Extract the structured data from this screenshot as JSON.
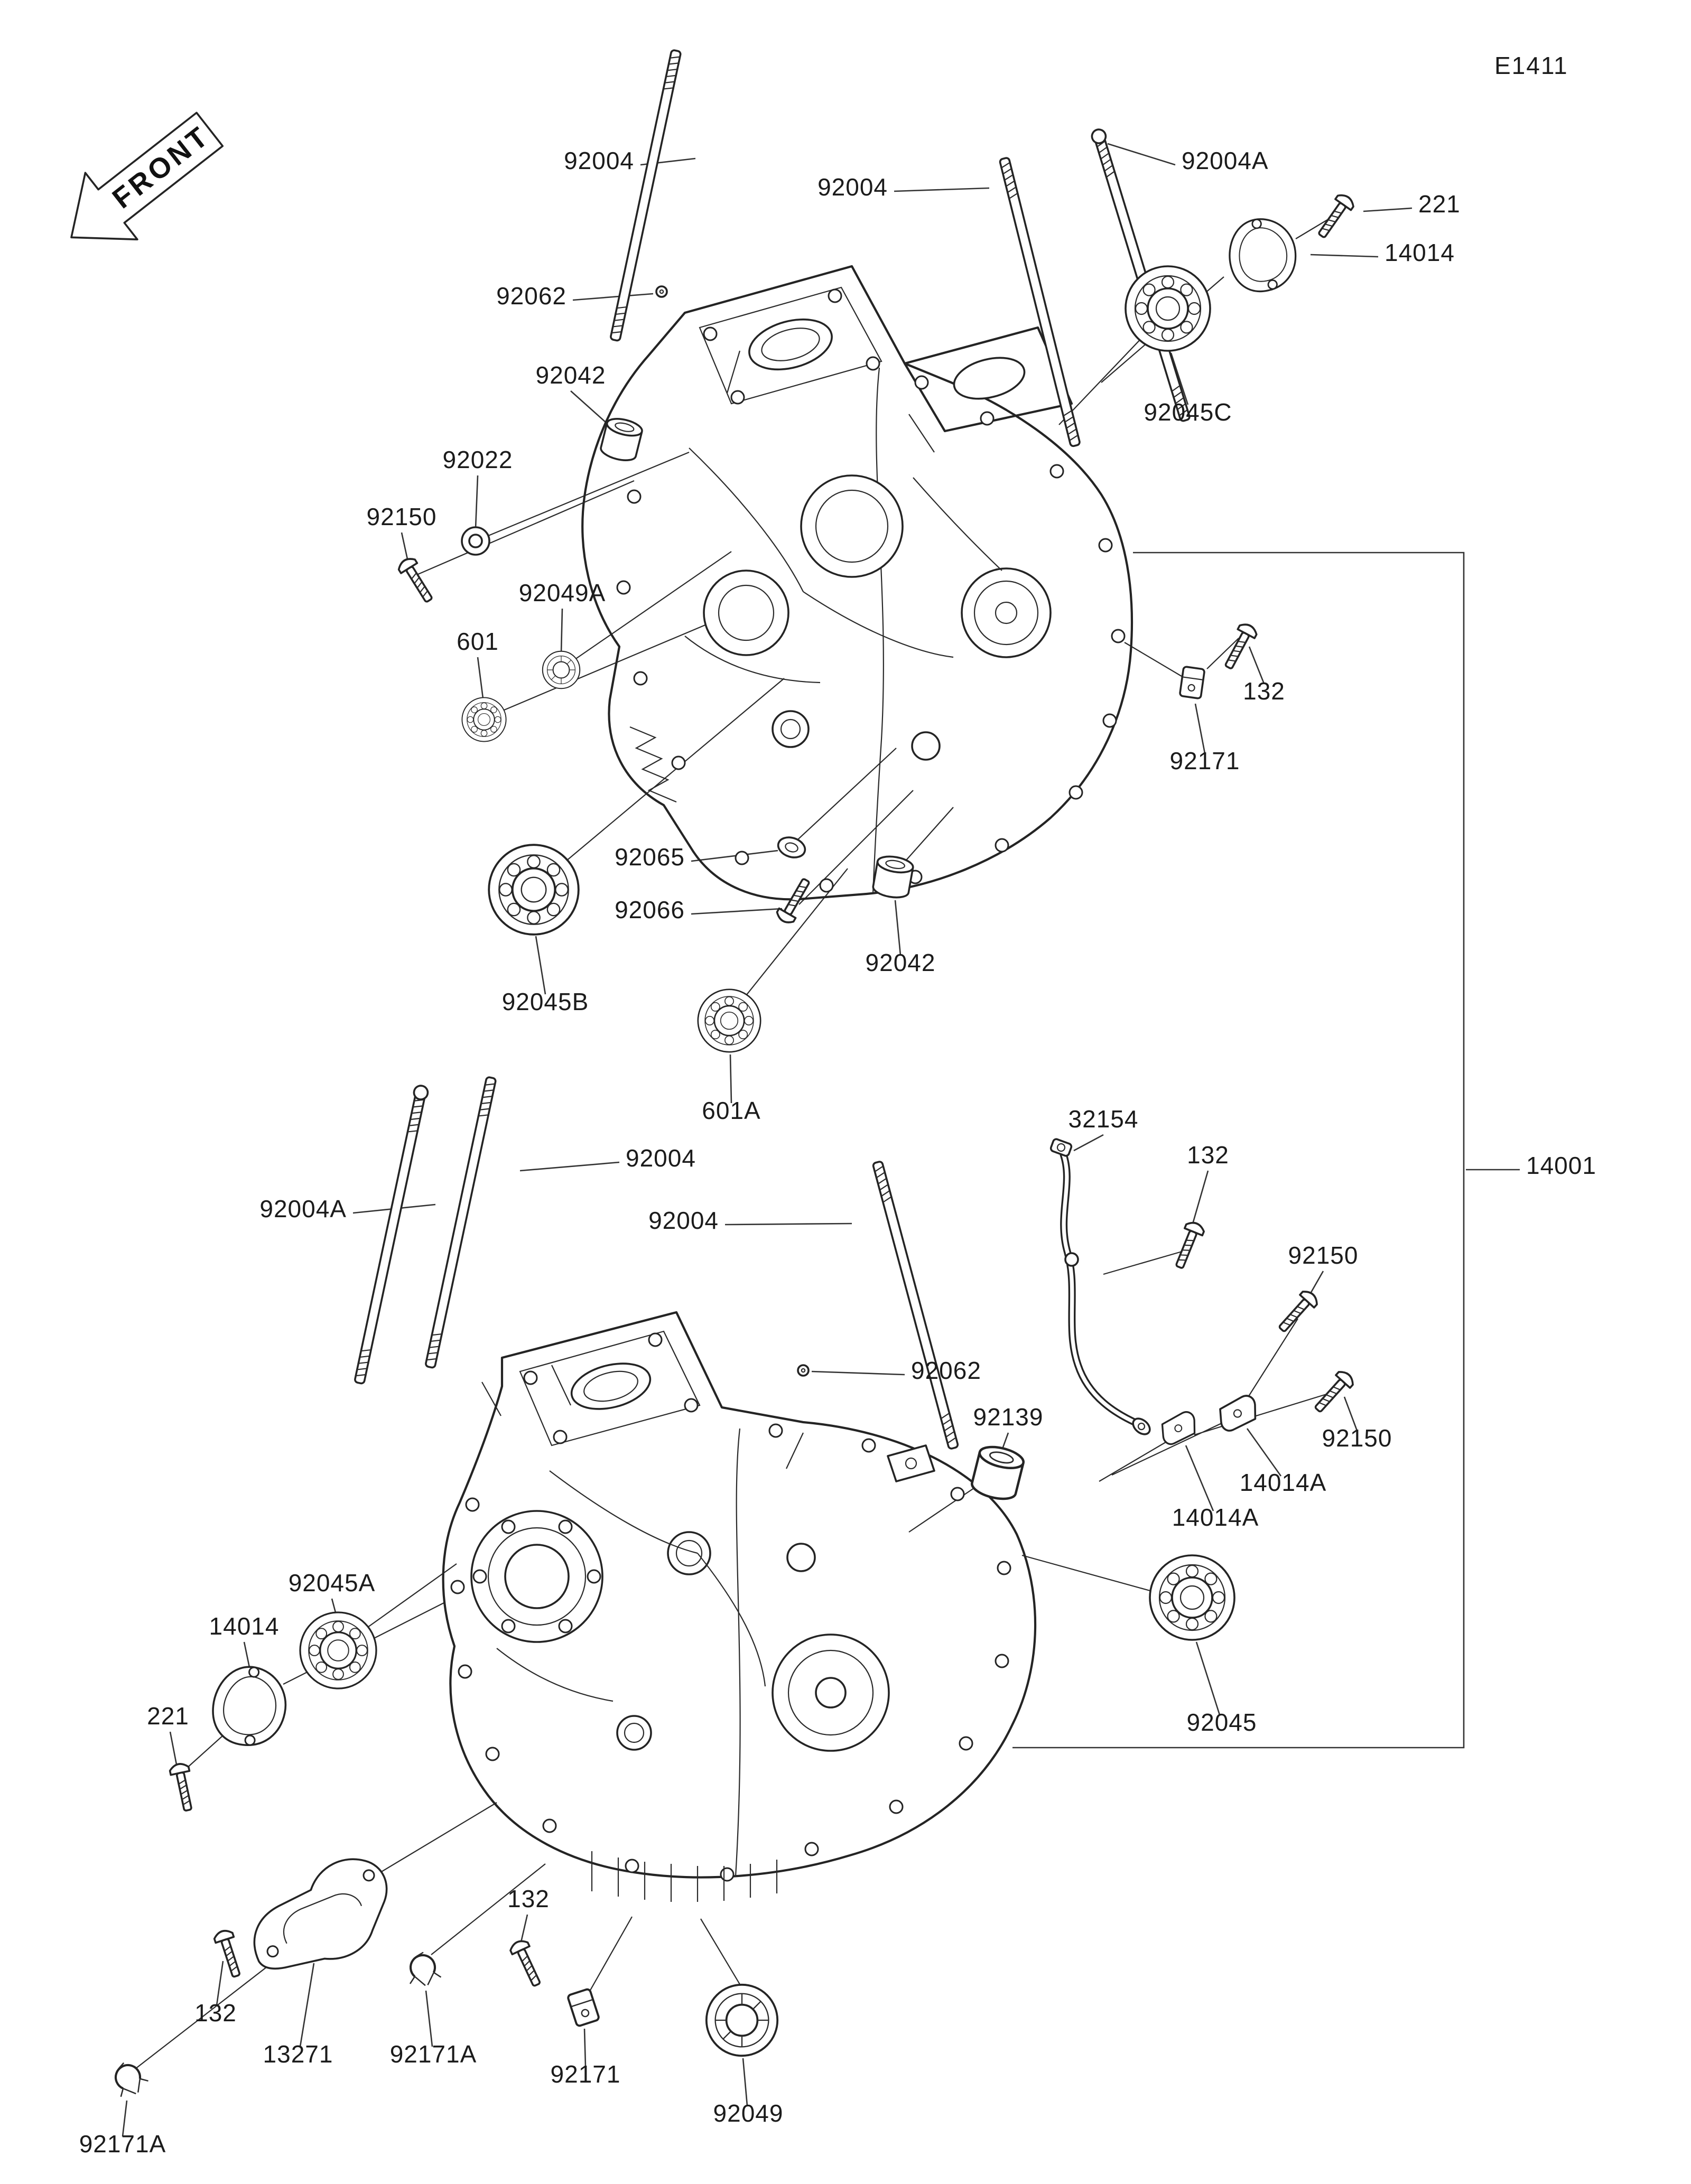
{
  "page": {
    "code": "E1411",
    "front_label": "FRONT"
  },
  "colors": {
    "ink": "#242424",
    "background": "#ffffff"
  },
  "callouts": [
    {
      "label": "92004"
    },
    {
      "label": "92004"
    },
    {
      "label": "92004A"
    },
    {
      "label": "221"
    },
    {
      "label": "14014"
    },
    {
      "label": "92062"
    },
    {
      "label": "92042"
    },
    {
      "label": "92045C"
    },
    {
      "label": "92022"
    },
    {
      "label": "92150"
    },
    {
      "label": "92049A"
    },
    {
      "label": "601"
    },
    {
      "label": "132"
    },
    {
      "label": "92171"
    },
    {
      "label": "92065"
    },
    {
      "label": "92066"
    },
    {
      "label": "92042"
    },
    {
      "label": "92045B"
    },
    {
      "label": "601A"
    },
    {
      "label": "32154"
    },
    {
      "label": "92004"
    },
    {
      "label": "132"
    },
    {
      "label": "14001"
    },
    {
      "label": "92004A"
    },
    {
      "label": "92004"
    },
    {
      "label": "92150"
    },
    {
      "label": "92062"
    },
    {
      "label": "92139"
    },
    {
      "label": "92150"
    },
    {
      "label": "14014A"
    },
    {
      "label": "14014A"
    },
    {
      "label": "92045A"
    },
    {
      "label": "14014"
    },
    {
      "label": "221"
    },
    {
      "label": "92045"
    },
    {
      "label": "132"
    },
    {
      "label": "132"
    },
    {
      "label": "13271"
    },
    {
      "label": "92171A"
    },
    {
      "label": "92171"
    },
    {
      "label": "92049"
    },
    {
      "label": "92171A"
    }
  ]
}
